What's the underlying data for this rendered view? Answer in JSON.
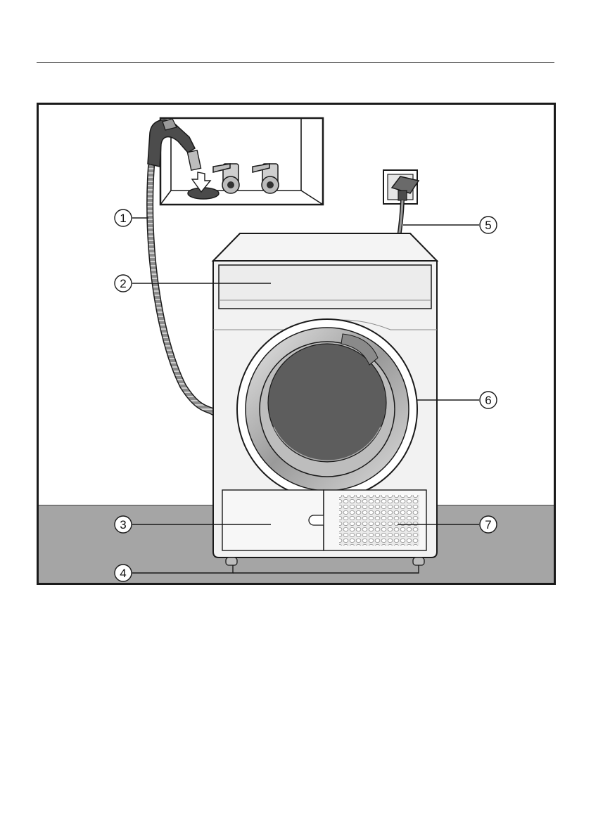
{
  "callouts": [
    {
      "id": "1",
      "label": "1"
    },
    {
      "id": "2",
      "label": "2"
    },
    {
      "id": "3",
      "label": "3"
    },
    {
      "id": "4",
      "label": "4"
    },
    {
      "id": "5",
      "label": "5"
    },
    {
      "id": "6",
      "label": "6"
    },
    {
      "id": "7",
      "label": "7"
    }
  ],
  "colors": {
    "floor": "#a5a5a5",
    "appliance_body": "#f2f2f2",
    "door_glass": "#5d5d5d",
    "line": "#1a1a1a"
  }
}
